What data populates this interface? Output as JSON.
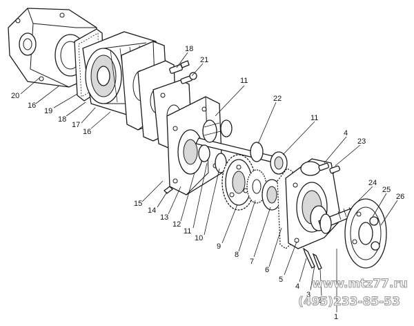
{
  "watermark": {
    "site": "www.mtz77.ru",
    "phone": "(495)233-85-53"
  },
  "callouts": [
    "1",
    "2",
    "3",
    "4",
    "4",
    "5",
    "6",
    "7",
    "8",
    "9",
    "10",
    "11",
    "11",
    "11",
    "12",
    "13",
    "14",
    "15",
    "16",
    "16",
    "17",
    "18",
    "18",
    "19",
    "20",
    "21",
    "22",
    "23",
    "24",
    "25",
    "26"
  ]
}
